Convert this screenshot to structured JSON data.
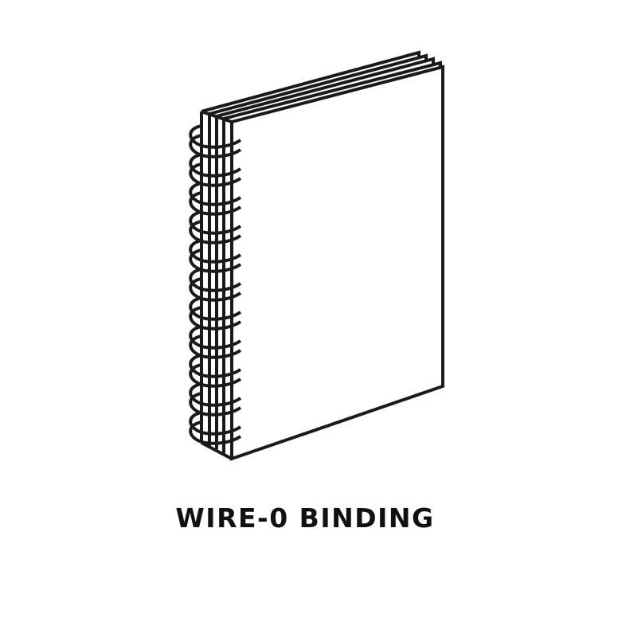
{
  "illustration": {
    "subject": "spiral-bound notebook",
    "icon": "wire-o-notebook-icon",
    "stroke_color": "#1a1a1a",
    "background_color": "#ffffff",
    "coil_pairs": 11
  },
  "caption": {
    "text": "WIRE-0 BINDING"
  }
}
